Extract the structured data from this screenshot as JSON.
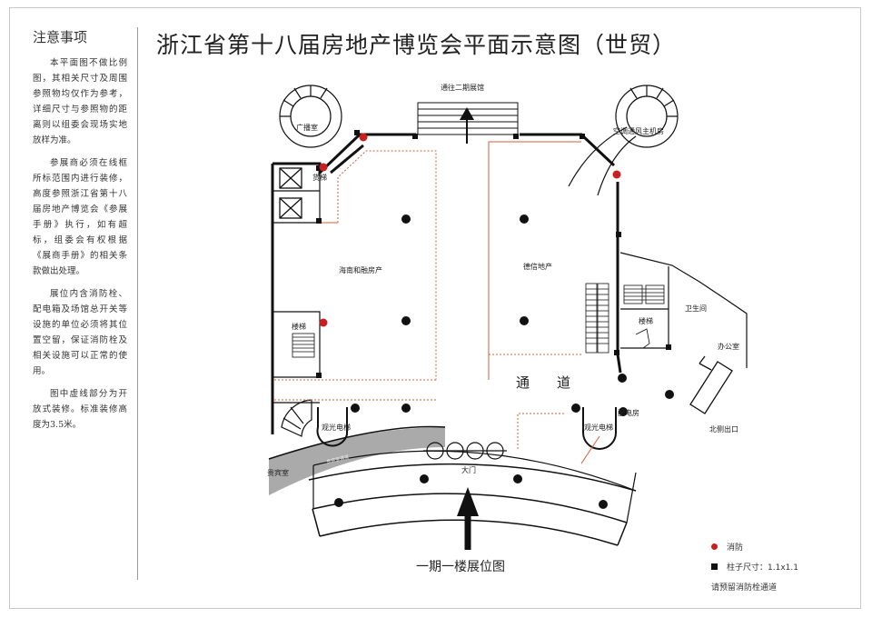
{
  "title": "浙江省第十八届房地产博览会平面示意图（世贸）",
  "notes": {
    "heading": "注意事项",
    "paragraphs": [
      "本平面图不做比例图，其相关尺寸及周围参照物均仅作为参考，详细尺寸与参照物的距离则以组委会现场实地放样为准。",
      "参展商必须在线框所标范围内进行装修，高度参照浙江省第十八届房地产博览会《参展手册》执行，如有超标，组委会有权根据《展商手册》的相关条款做出处理。",
      "展位内含消防栓、配电箱及场馆总开关等设施的单位必须将其位置空留，保证消防栓及相关设施可以正常的使用。",
      "图中虚线部分为开放式装修。标准装修高度为3.5米。"
    ]
  },
  "map": {
    "labels": {
      "to_hall2": "通往二期展馆",
      "broadcast": "广播室",
      "freight_elevator": "货梯",
      "ac_room": "空调通风主机房",
      "booth_left": "海南和融房产",
      "booth_right": "德信地产",
      "stairs_left": "楼梯",
      "stairs_right": "楼梯",
      "toilet": "卫生间",
      "office": "办公室",
      "corridor": "通　　道",
      "elevator_left": "观光电梯",
      "elevator_right": "观光电梯",
      "power_room": "配电房",
      "north_exit": "北侧出口",
      "vip_room": "贵宾室",
      "vip_passage": "贵宾室通道",
      "main_gate": "大门",
      "floor_title": "一期一楼展位图"
    },
    "colors": {
      "fire_hydrant": "#c8201f",
      "column": "#111111",
      "booth_line": "#d2603a",
      "vip_passage": "#aaaaaa"
    }
  },
  "legend": {
    "hydrant_label": "消防",
    "column_label": "柱子尺寸：1.1x1.1",
    "note": "请预留消防栓通道"
  }
}
